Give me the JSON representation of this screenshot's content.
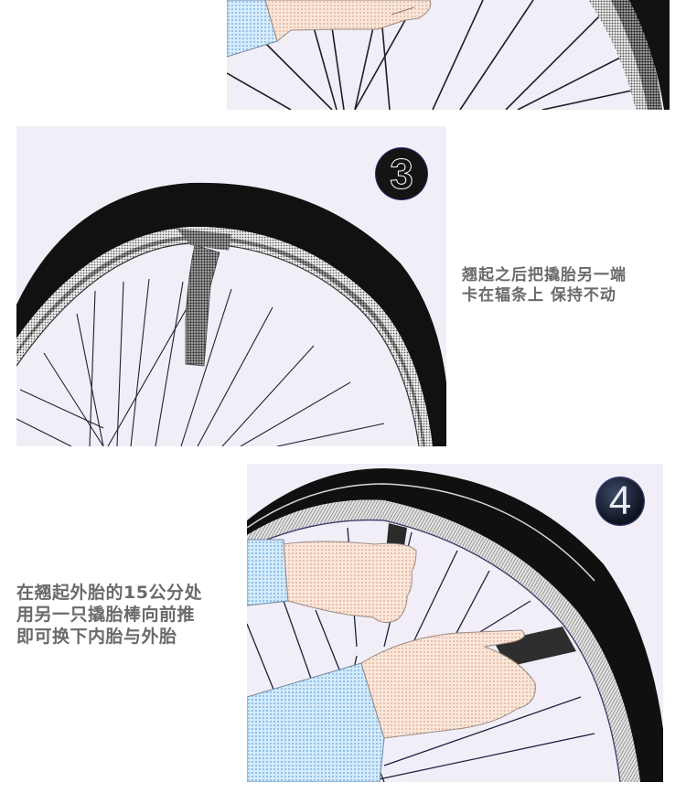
{
  "steps": [
    {
      "id": "step-2-partial",
      "badge": "",
      "caption_lines": []
    },
    {
      "id": "step-3",
      "badge": "3",
      "caption_lines": [
        "翘起之后把撬胎另一端",
        "卡在辐条上 保持不动"
      ]
    },
    {
      "id": "step-4",
      "badge": "4",
      "caption_lines": [
        "在翘起外胎的15公分处",
        "用另一只撬胎棒向前推",
        "即可换下内胎与外胎"
      ]
    }
  ],
  "icons": {
    "step_3_badge": "circled-number-3-icon",
    "step_4_badge": "circled-number-4-icon"
  },
  "colors": {
    "panel_bg": "#f2eef8",
    "tire": "#111111",
    "rim_halftone": "#9a9a9a",
    "sleeve_blue": "#bcdcf2",
    "skin": "#f5dccb",
    "caption_text": "#6a6a6a"
  }
}
